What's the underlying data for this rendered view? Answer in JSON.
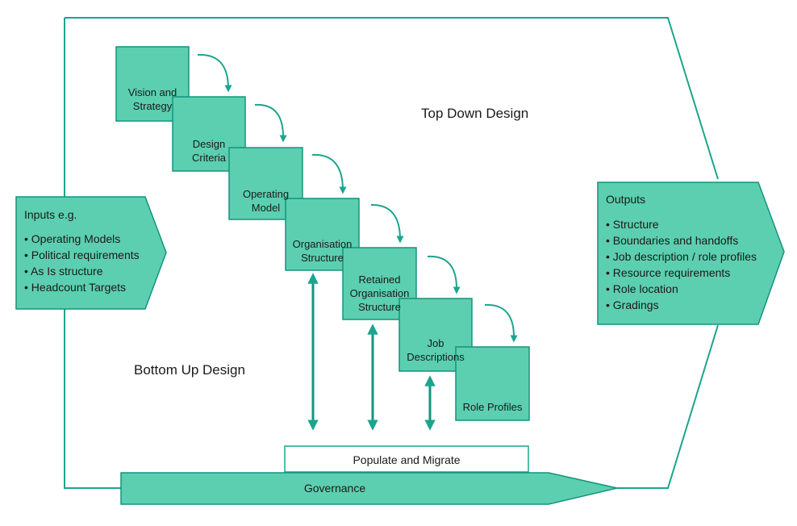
{
  "colors": {
    "outline": "#1aa58e",
    "fill": "#5ccfb0",
    "stroke": "#15947e",
    "text": "#1a1a1a"
  },
  "diagram": {
    "steps": [
      "Vision and\nStrategy",
      "Design\nCriteria",
      "Operating\nModel",
      "Organisation\nStructure",
      "Retained\nOrganisation\nStructure",
      "Job\nDescriptions",
      "Role Profiles"
    ],
    "top_label": "Top Down Design",
    "bottom_label": "Bottom Up Design",
    "inputs": {
      "title": "Inputs e.g.",
      "items": [
        "• Operating Models",
        "• Political requirements",
        "• As Is structure",
        "• Headcount Targets"
      ]
    },
    "outputs": {
      "title": "Outputs",
      "items": [
        "• Structure",
        "• Boundaries and handoffs",
        "• Job description / role profiles",
        "• Resource requirements",
        "• Role location",
        "• Gradings"
      ]
    },
    "populate_label": "Populate and Migrate",
    "governance_label": "Governance"
  }
}
